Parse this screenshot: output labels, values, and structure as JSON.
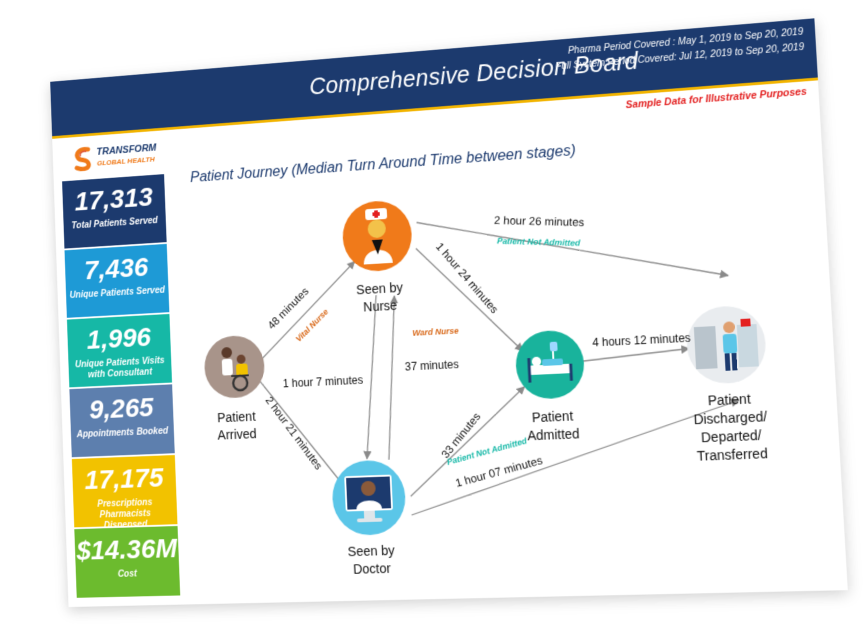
{
  "header": {
    "title": "Comprehensive Decision Board",
    "pharma_period": "Pharma Period Covered       : May 1, 2019 to Sep 20, 2019",
    "system_period": "Full System Period Covered: Jul 12, 2019 to Sep 20, 2019",
    "sample_note": "Sample Data for Illustrative Purposes"
  },
  "logo": {
    "line1": "TRANSFORM",
    "line2": "GLOBAL HEALTH"
  },
  "stats": [
    {
      "value": "17,313",
      "label": "Total Patients Served",
      "color": "#1c3a6e"
    },
    {
      "value": "7,436",
      "label": "Unique Patients Served",
      "color": "#1e9ad6"
    },
    {
      "value": "1,996",
      "label": "Unique Patients Visits with Consultant",
      "color": "#16b8a6"
    },
    {
      "value": "9,265",
      "label": "Appointments Booked",
      "color": "#5d7fae"
    },
    {
      "value": "17,175",
      "label": "Prescriptions Pharmacists Dispensed",
      "color": "#f2c200"
    },
    {
      "value": "$14.36M",
      "label": "Cost",
      "color": "#6cbb2e"
    }
  ],
  "journey": {
    "title": "Patient Journey (Median Turn Around Time between stages)",
    "nodes": {
      "arrived": "Patient Arrived",
      "nurse": "Seen by Nurse",
      "doctor": "Seen by Doctor",
      "admitted": "Patient Admitted",
      "discharged": "Patient Discharged/ Departed/ Transferred"
    },
    "edges": {
      "arrived_nurse": "48 minutes",
      "arrived_doctor": "2 hour 21 minutes",
      "nurse_doctor": "1 hour 7 minutes",
      "doctor_nurse": "37 minutes",
      "nurse_discharged": "2 hour 26 minutes",
      "nurse_admitted": "1 hour 24 minutes",
      "doctor_admitted": "33 minutes",
      "doctor_discharged": "1 hour 07 minutes",
      "admitted_discharged": "4 hours 12 minutes"
    },
    "tags": {
      "vital_nurse": "Vital Nurse",
      "ward_nurse": "Ward Nurse",
      "not_admitted_top": "Patient Not Admitted",
      "not_admitted_bottom": "Patient Not Admitted"
    }
  },
  "colors": {
    "header": "#1c3a6e",
    "header_accent": "#f2b400",
    "arrow": "#8a8a8a",
    "nurse_bg": "#f07a1a",
    "doctor_bg": "#5bc6e8",
    "admitted_bg": "#19b39c",
    "arrived_bg": "#a8948a",
    "discharged_bg": "#e9ecef"
  },
  "icons": [
    "logo-mark-icon",
    "patient-wheelchair-icon",
    "nurse-icon",
    "doctor-icon",
    "hospital-bed-icon",
    "discharge-icon"
  ]
}
